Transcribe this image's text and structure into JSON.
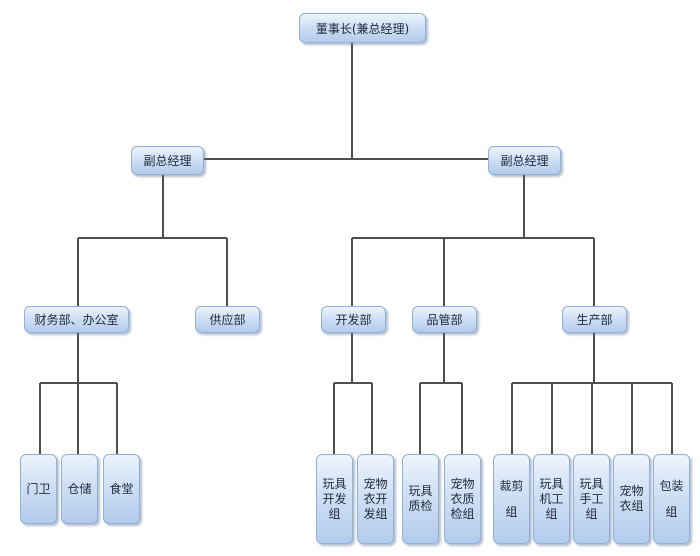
{
  "colors": {
    "line": "#4f4f4f",
    "node_border": "#8fb0d8",
    "node_fill_top": "#eef4fc",
    "node_fill_bottom": "#b3cbec"
  },
  "org": {
    "chairman": "董事长(兼总经理)",
    "vp_left": "副总经理",
    "vp_right": "副总经理",
    "dept_finance": "财务部、办公室",
    "dept_supply": "供应部",
    "dept_dev": "开发部",
    "dept_qc": "品管部",
    "dept_prod": "生产部",
    "unit_guard": "门卫",
    "unit_storage": "仓储",
    "unit_canteen": "食堂",
    "unit_toy_dev": "玩具开发组",
    "unit_pet_dev": "宠物衣开发组",
    "unit_toy_qc": "玩具质检",
    "unit_pet_qc": "宠物衣质检组",
    "unit_cutting": "裁剪组",
    "unit_toy_machine": "玩具机工组",
    "unit_toy_hand": "玩具手工组",
    "unit_pet_clothes": "宠物衣组",
    "unit_packing": "包装组"
  }
}
